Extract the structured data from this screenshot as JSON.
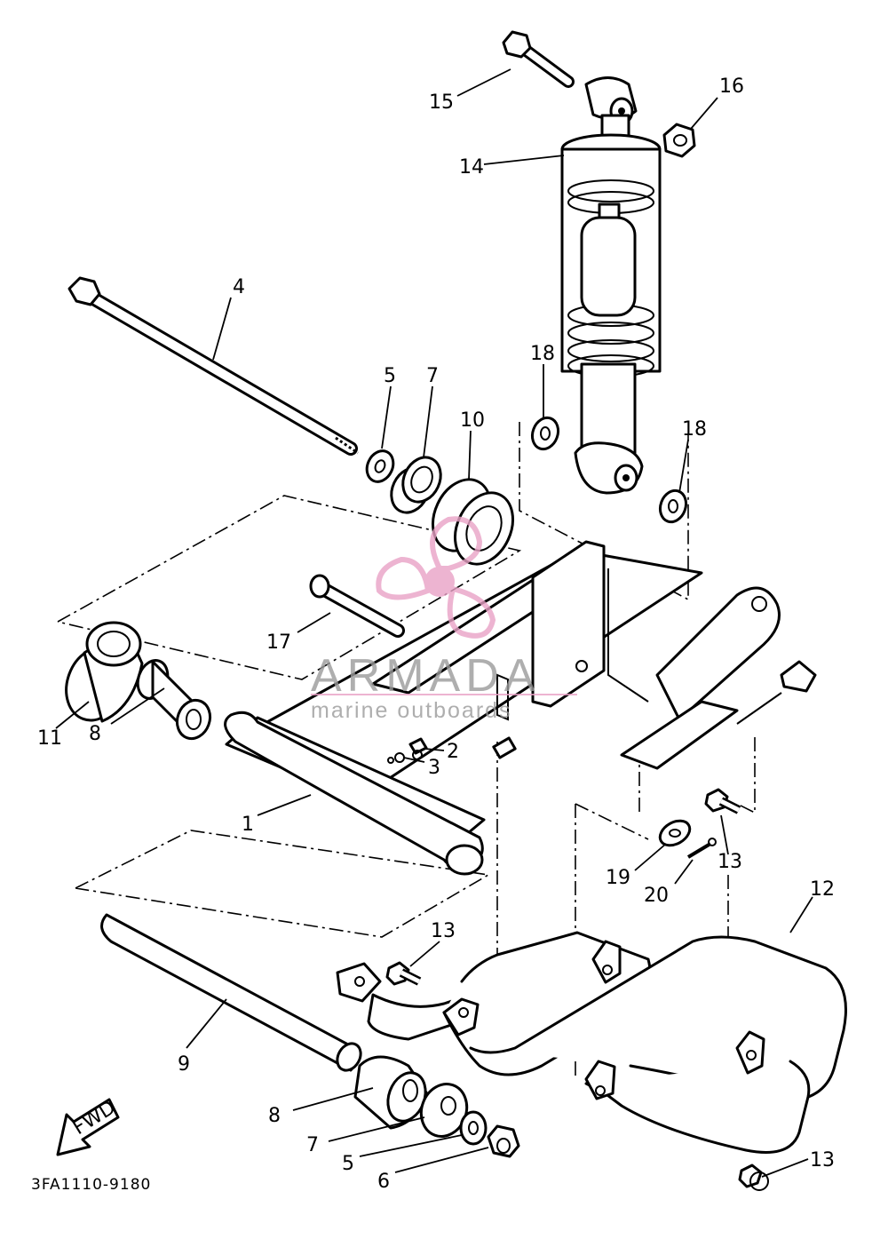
{
  "diagram_code": "3FA1110-9180",
  "fwd_label": "FWD",
  "watermark": {
    "brand": "ARMADA",
    "tagline": "marine outboards",
    "accent_color": "#e9a2c6"
  },
  "callouts": {
    "c1": "1",
    "c2": "2",
    "c3": "3",
    "c4": "4",
    "c5a": "5",
    "c5b": "5",
    "c6": "6",
    "c7a": "7",
    "c7b": "7",
    "c8a": "8",
    "c8b": "8",
    "c9": "9",
    "c10": "10",
    "c11": "11",
    "c12": "12",
    "c13a": "13",
    "c13b": "13",
    "c13c": "13",
    "c14": "14",
    "c15": "15",
    "c16": "16",
    "c17": "17",
    "c18a": "18",
    "c18b": "18",
    "c19": "19",
    "c20": "20"
  }
}
